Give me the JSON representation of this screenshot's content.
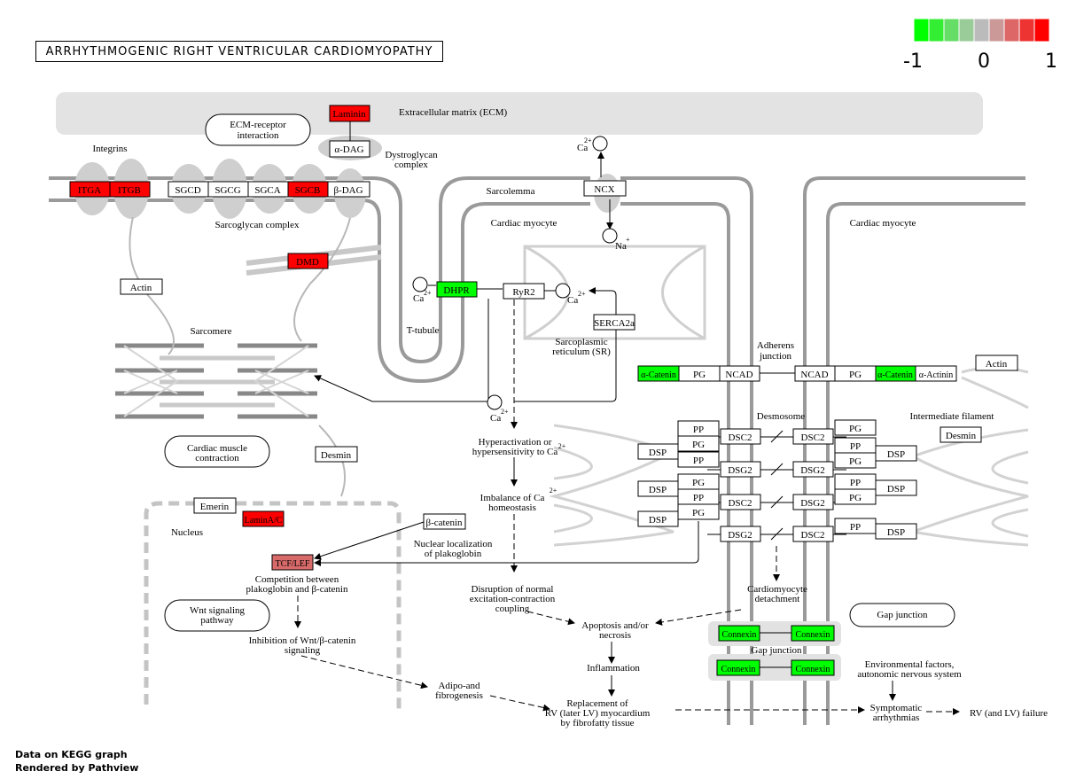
{
  "title": "ARRHYTHMOGENIC RIGHT VENTRICULAR CARDIOMYOPATHY",
  "footer": {
    "line1": "Data on KEGG graph",
    "line2": "Rendered by Pathview"
  },
  "legend": {
    "colors": [
      "#00ff00",
      "#33ee33",
      "#66dd66",
      "#99cc99",
      "#bbbbbb",
      "#cc9999",
      "#dd6666",
      "#ee3333",
      "#ff0000"
    ],
    "labels": [
      "-1",
      "0",
      "1"
    ]
  },
  "colors": {
    "up": "#ff0000",
    "down": "#00ff00",
    "mid_red": "#d96a6a",
    "none": "#ffffff"
  },
  "genes": {
    "laminin": "Laminin",
    "adag": "α-DAG",
    "itga": "ITGA",
    "itgb": "ITGB",
    "sgcd": "SGCD",
    "sgcg": "SGCG",
    "sgca": "SGCA",
    "sgcb": "SGCB",
    "bdag": "β-DAG",
    "dmd": "DMD",
    "actin": "Actin",
    "dhpr": "DHPR",
    "ryr2": "RyR2",
    "ncx": "NCX",
    "serca2a": "SERCA2a",
    "a_catenin": "α-Catenin",
    "pg": "PG",
    "ncad": "NCAD",
    "a_actinin": "α-Actinin",
    "pp": "PP",
    "dsp": "DSP",
    "dsc2": "DSC2",
    "dsg2": "DSG2",
    "desmin": "Desmin",
    "emerin": "Emerin",
    "lamin_ac": "LaminA/C",
    "b_catenin": "β-catenin",
    "tcf_lef": "TCF/LEF",
    "connexin": "Connexin"
  },
  "labels": {
    "ecm": "Extracellular matrix (ECM)",
    "ecm_receptor": [
      "ECM-receptor",
      "interaction"
    ],
    "dystroglycan": [
      "Dystroglycan",
      "complex"
    ],
    "integrins": "Integrins",
    "sarcoglycan": "Sarcoglycan complex",
    "sarcolemma": "Sarcolemma",
    "cardiac_myocyte": "Cardiac myocyte",
    "ttubule": "T-tubule",
    "sr": [
      "Sarcoplasmic",
      "reticulum (SR)"
    ],
    "sarcomere": "Sarcomere",
    "adherens": [
      "Adherens",
      "junction"
    ],
    "desmosome": "Desmosome",
    "intermediate": "Intermediate filament",
    "muscle_contraction": [
      "Cardiac muscle",
      "contraction"
    ],
    "nucleus": "Nucleus",
    "hyperactivation": [
      "Hyperactivation or",
      "hypersensitivity to Ca"
    ],
    "imbalance": [
      "Imbalance of Ca",
      "homeostasis"
    ],
    "nuclear_loc": [
      "Nuclear localization",
      "of plakoglobin"
    ],
    "competition": [
      "Competition between",
      "plakoglobin and β-catenin"
    ],
    "wnt": [
      "Wnt signaling",
      "pathway"
    ],
    "inhibition": [
      "Inhibition of Wnt/β-catenin",
      "signaling"
    ],
    "disruption": [
      "Disruption of normal",
      "excitation-contraction",
      "coupling"
    ],
    "apoptosis": [
      "Apoptosis and/or",
      "necrosis"
    ],
    "inflammation": "Inflammation",
    "adipo": [
      "Adipo-and",
      "fibrogenesis"
    ],
    "replacement": [
      "Replacement of",
      "RV (later LV) myocardium",
      "by fibrofatty tissue"
    ],
    "detachment": [
      "Cardiomyocyte",
      "detachment"
    ],
    "gap_junction": "Gap junction",
    "environmental": [
      "Environmental factors,",
      "autonomic nervous system"
    ],
    "symptomatic": [
      "Symptomatic",
      "arrhythmias"
    ],
    "failure": "RV (and LV) failure",
    "ca": "Ca",
    "na": "Na",
    "two_plus": "2+",
    "plus": "+"
  }
}
